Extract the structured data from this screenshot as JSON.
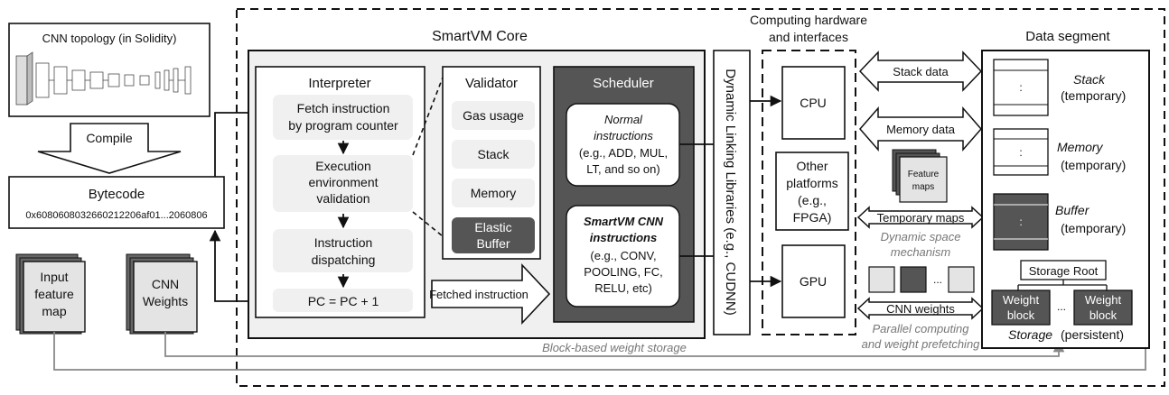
{
  "cnn_topology": {
    "title": "CNN topology (in Solidity)"
  },
  "compile": {
    "label": "Compile"
  },
  "bytecode": {
    "title": "Bytecode",
    "value": "0x6080608032660212206af01...2060806"
  },
  "input_feature_map": {
    "lines": [
      "Input",
      "feature",
      "map"
    ]
  },
  "cnn_weights_input": {
    "lines": [
      "CNN",
      "Weights"
    ]
  },
  "core": {
    "title": "SmartVM Core"
  },
  "interpreter": {
    "title": "Interpreter",
    "fetch": [
      "Fetch instruction",
      "by program counter"
    ],
    "execution": [
      "Execution",
      "environment",
      "validation"
    ],
    "dispatch": [
      "Instruction",
      "dispatching"
    ],
    "pc": "PC = PC + 1"
  },
  "validator": {
    "title": "Validator",
    "items": [
      "Gas usage",
      "Stack",
      "Memory"
    ],
    "elastic": [
      "Elastic",
      "Buffer"
    ]
  },
  "fetched_instruction": "Fetched instruction",
  "scheduler": {
    "title": "Scheduler",
    "normal": {
      "title": [
        "Normal",
        "instructions"
      ],
      "examples": [
        "(e.g., ADD, MUL,",
        "LT, and so on)"
      ]
    },
    "cnn": {
      "title": [
        "SmartVM CNN",
        "instructions"
      ],
      "examples": [
        "(e.g., CONV,",
        "POOLING, FC,",
        "RELU, etc)"
      ]
    }
  },
  "block_storage_note": "Block-based weight storage",
  "dll": "Dynamic Linking Libraries (e.g., CUDNN)",
  "hardware": {
    "title": [
      "Computing hardware",
      "and interfaces"
    ],
    "cpu": "CPU",
    "other": [
      "Other",
      "platforms",
      "(e.g.,",
      "FPGA)"
    ],
    "gpu": "GPU"
  },
  "transfers": {
    "stack_data": "Stack data",
    "memory_data": "Memory data",
    "feature_maps": [
      "Feature",
      "maps"
    ],
    "temporary_maps": "Temporary maps",
    "dynamic_space": [
      "Dynamic space",
      "mechanism"
    ],
    "ellipsis": "...",
    "cnn_weights": "CNN weights",
    "parallel": [
      "Parallel computing",
      "and weight prefetching"
    ]
  },
  "data_segment": {
    "title": "Data segment",
    "stack": {
      "name": "Stack",
      "note": "(temporary)"
    },
    "memory": {
      "name": "Memory",
      "note": "(temporary)"
    },
    "buffer": {
      "name": "Buffer",
      "note": "(temporary)"
    },
    "storage_root": "Storage Root",
    "weight_block": [
      "Weight",
      "block"
    ],
    "dots": "...",
    "slot_dots": ":",
    "storage": {
      "name": "Storage",
      "note": "(persistent)"
    }
  },
  "colors": {
    "dark": "#555555",
    "panel": "#f0f0f0",
    "gray_line": "#888888"
  }
}
